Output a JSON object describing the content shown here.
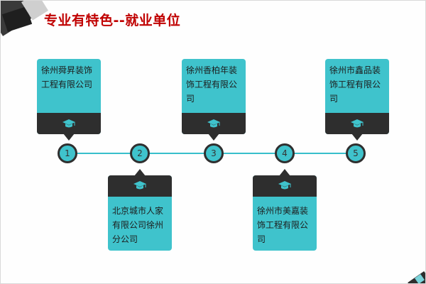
{
  "title": "专业有特色--就业单位",
  "colors": {
    "title": "#c00000",
    "card": "#3fc3cc",
    "band": "#2e2e2e",
    "line": "#38bfcb"
  },
  "nodes": [
    "1",
    "2",
    "3",
    "4",
    "5"
  ],
  "employers": [
    {
      "lines": [
        "徐州舜昇装饰",
        "工程有限公司"
      ],
      "icon": "graduation-cap-icon"
    },
    {
      "lines": [
        "北京城市人家",
        "有限公司徐州",
        "分公司"
      ],
      "icon": "graduation-cap-icon"
    },
    {
      "lines": [
        "徐州香柏年装",
        "饰工程有限公",
        "司"
      ],
      "icon": "graduation-cap-icon"
    },
    {
      "lines": [
        "徐州市美嘉装",
        "饰工程有限公",
        "司"
      ],
      "icon": "graduation-cap-icon"
    },
    {
      "lines": [
        "徐州市鑫品装",
        "饰工程有限公",
        "司"
      ],
      "icon": "graduation-cap-icon"
    }
  ]
}
